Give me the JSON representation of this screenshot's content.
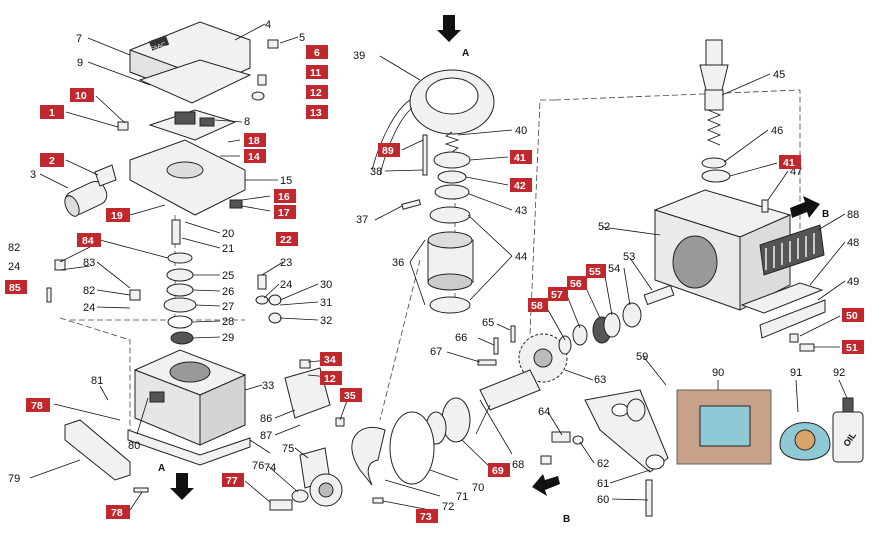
{
  "parts": {
    "p1": "1",
    "p2": "2",
    "p3": "3",
    "p4": "4",
    "p5": "5",
    "p6": "6",
    "p7": "7",
    "p8": "8",
    "p9": "9",
    "p10": "10",
    "p11": "11",
    "p12": "12",
    "p13": "13",
    "p14": "14",
    "p15": "15",
    "p16": "16",
    "p17": "17",
    "p18": "18",
    "p19": "19",
    "p20": "20",
    "p21": "21",
    "p22": "22",
    "p23": "23",
    "p24": "24",
    "p25": "25",
    "p26": "26",
    "p27": "27",
    "p28": "28",
    "p29": "29",
    "p30": "30",
    "p31": "31",
    "p32": "32",
    "p33": "33",
    "p34": "34",
    "p35": "35",
    "p36": "36",
    "p37": "37",
    "p38": "38",
    "p39": "39",
    "p40": "40",
    "p41": "41",
    "p42": "42",
    "p43": "43",
    "p44": "44",
    "p45": "45",
    "p46": "46",
    "p47": "47",
    "p48": "48",
    "p49": "49",
    "p50": "50",
    "p51": "51",
    "p52": "52",
    "p53": "53",
    "p54": "54",
    "p55": "55",
    "p56": "56",
    "p57": "57",
    "p58": "58",
    "p59": "59",
    "p60": "60",
    "p61": "61",
    "p62": "62",
    "p63": "63",
    "p64": "64",
    "p65": "65",
    "p66": "66",
    "p67": "67",
    "p68": "68",
    "p69": "69",
    "p70": "70",
    "p71": "71",
    "p72": "72",
    "p73": "73",
    "p74": "74",
    "p75": "75",
    "p76": "76",
    "p77": "77",
    "p78": "78",
    "p79": "79",
    "p80": "80",
    "p81": "81",
    "p82": "82",
    "p83": "83",
    "p84": "84",
    "p85": "85",
    "p86": "86",
    "p87": "87",
    "p88": "88",
    "p89": "89",
    "p90": "90",
    "p91": "91",
    "p92": "92"
  },
  "view_markers": {
    "a": "A",
    "b": "B"
  },
  "cover_logo": "FAAC",
  "oil_label": "OIL",
  "colors": {
    "badge_red": "#c0282d",
    "ink": "#111111",
    "grease_teal": "#8fc9d6",
    "pad_brown": "#b07a5a"
  }
}
